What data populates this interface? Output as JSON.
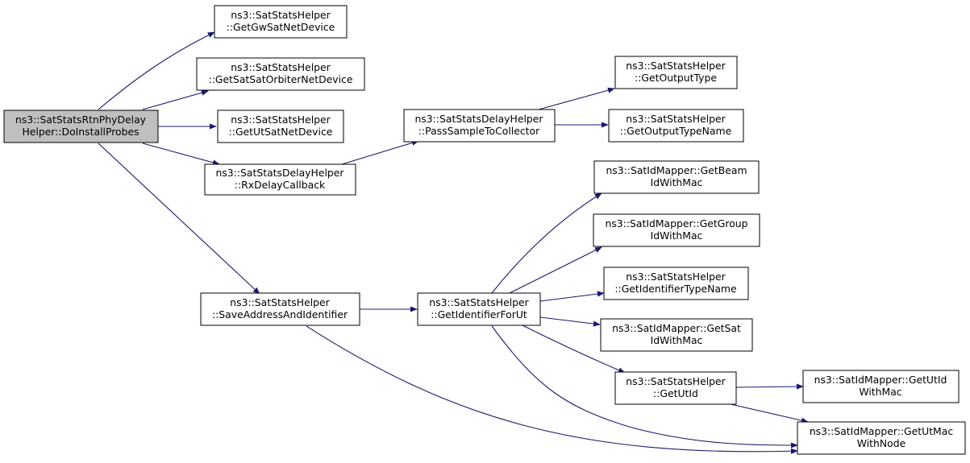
{
  "colors": {
    "edge": "#191970",
    "root_fill": "#bfbfbf",
    "node_fill": "#ffffff",
    "node_border": "#000000"
  },
  "nodes": {
    "root": {
      "line1": "ns3::SatStatsRtnPhyDelay",
      "line2": "Helper::DoInstallProbes"
    },
    "get_gw": {
      "line1": "ns3::SatStatsHelper",
      "line2": "::GetGwSatNetDevice"
    },
    "get_sat_orbiter": {
      "line1": "ns3::SatStatsHelper",
      "line2": "::GetSatSatOrbiterNetDevice"
    },
    "get_ut_sat": {
      "line1": "ns3::SatStatsHelper",
      "line2": "::GetUtSatNetDevice"
    },
    "rx_delay": {
      "line1": "ns3::SatStatsDelayHelper",
      "line2": "::RxDelayCallback"
    },
    "pass_sample": {
      "line1": "ns3::SatStatsDelayHelper",
      "line2": "::PassSampleToCollector"
    },
    "get_output_type": {
      "line1": "ns3::SatStatsHelper",
      "line2": "::GetOutputType"
    },
    "get_output_type_name": {
      "line1": "ns3::SatStatsHelper",
      "line2": "::GetOutputTypeName"
    },
    "save_addr": {
      "line1": "ns3::SatStatsHelper",
      "line2": "::SaveAddressAndIdentifier"
    },
    "get_identifier": {
      "line1": "ns3::SatStatsHelper",
      "line2": "::GetIdentifierForUt"
    },
    "get_beam": {
      "line1": "ns3::SatIdMapper::GetBeam",
      "line2": "IdWithMac"
    },
    "get_group": {
      "line1": "ns3::SatIdMapper::GetGroup",
      "line2": "IdWithMac"
    },
    "get_id_type_name": {
      "line1": "ns3::SatStatsHelper",
      "line2": "::GetIdentifierTypeName"
    },
    "get_sat": {
      "line1": "ns3::SatIdMapper::GetSat",
      "line2": "IdWithMac"
    },
    "get_ut_id": {
      "line1": "ns3::SatStatsHelper",
      "line2": "::GetUtId"
    },
    "get_ut_id_mac": {
      "line1": "ns3::SatIdMapper::GetUtId",
      "line2": "WithMac"
    },
    "get_ut_mac_node": {
      "line1": "ns3::SatIdMapper::GetUtMac",
      "line2": "WithNode"
    }
  }
}
